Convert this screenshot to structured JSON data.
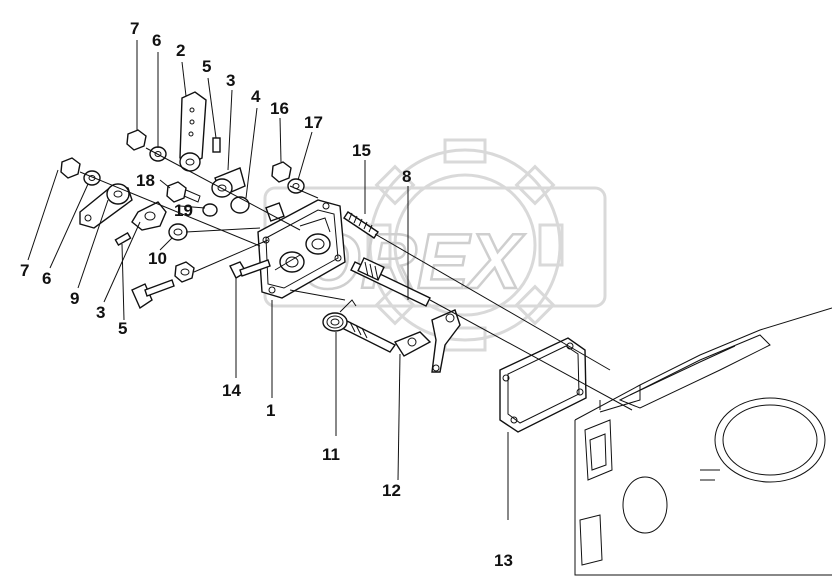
{
  "watermark": {
    "text": "OREX"
  },
  "callouts": {
    "c7a": "7",
    "c6a": "6",
    "c2": "2",
    "c5a": "5",
    "c3a": "3",
    "c4": "4",
    "c16": "16",
    "c17": "17",
    "c15": "15",
    "c8": "8",
    "c18": "18",
    "c19": "19",
    "c7b": "7",
    "c6b": "6",
    "c9": "9",
    "c3b": "3",
    "c5b": "5",
    "c10": "10",
    "c14": "14",
    "c1": "1",
    "c11": "11",
    "c12": "12",
    "c13": "13"
  }
}
